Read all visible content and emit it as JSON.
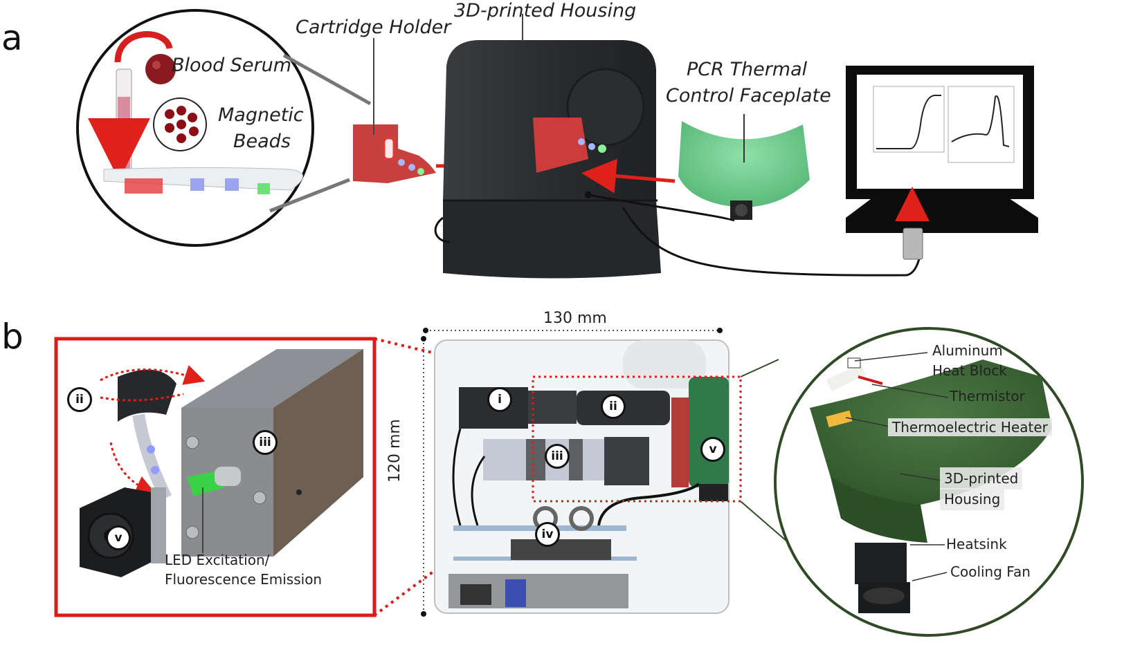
{
  "panels": {
    "a": "a",
    "b": "b"
  },
  "panel_a": {
    "housing_label": "3D-printed Housing",
    "holder_label": "Cartridge Holder",
    "serum_label": "Blood Serum",
    "beads_label_1": "Magnetic",
    "beads_label_2": "Beads",
    "faceplate_label_1": "PCR Thermal",
    "faceplate_label_2": "Control Faceplate"
  },
  "panel_b": {
    "width_dim": "130 mm",
    "height_dim": "120 mm",
    "markers": {
      "i": "i",
      "ii": "ii",
      "iii": "iii",
      "iv": "iv",
      "v": "v"
    },
    "led_label_1": "LED Excitation/",
    "led_label_2": "Fluorescence Emission",
    "block_label_1": "Aluminum",
    "block_label_2": "Heat Block",
    "thermistor_label": "Thermistor",
    "heater_label": "Thermoelectric Heater",
    "housing_label_1": "3D-printed",
    "housing_label_2": "Housing",
    "heatsink_label": "Heatsink",
    "fan_label": "Cooling Fan"
  },
  "colors": {
    "red": "#e0201b",
    "green_light": "#6fcf8f",
    "green_dark": "#3f6b3a",
    "device": "#2e3033"
  }
}
